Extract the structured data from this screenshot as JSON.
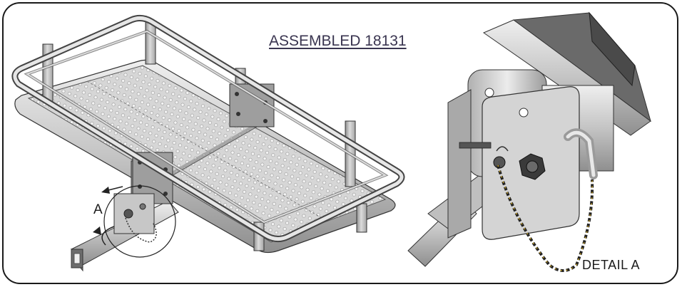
{
  "title": "ASSEMBLED 18131",
  "callout_label": "A",
  "detail_label": "DETAIL  A",
  "colors": {
    "frame_border": "#1a1a1a",
    "metal_light": "#d9d9d9",
    "metal_mid": "#b3b3b3",
    "metal_dark": "#8c8c8c",
    "title_text": "#3a3550",
    "chain_link": "#c9a227"
  }
}
